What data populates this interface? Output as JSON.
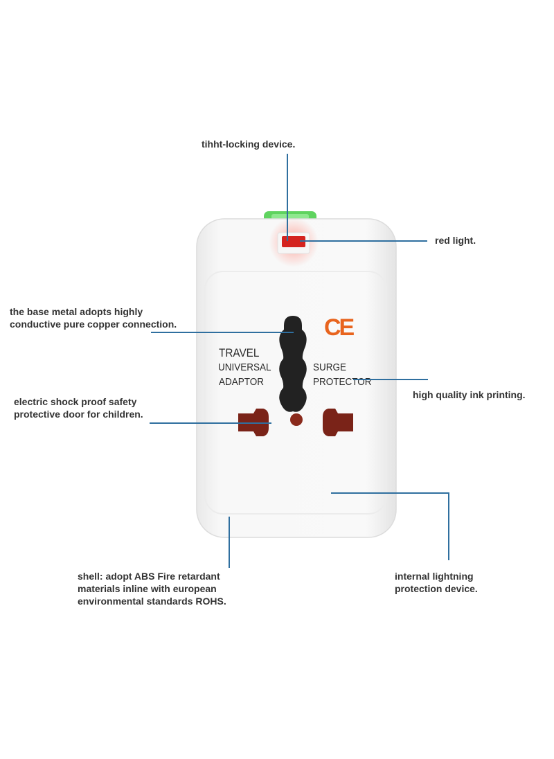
{
  "callouts": {
    "tight_locking": "tihht-locking device.",
    "red_light": "red light.",
    "base_metal": [
      "the base metal adopts highly",
      "conductive pure copper connection."
    ],
    "ink_printing": "high quality ink printing.",
    "shock_proof": [
      "electric shock proof safety",
      "protective door for children."
    ],
    "shell": [
      "shell: adopt ABS Fire retardant",
      "materials inline with european",
      "environmental standards ROHS."
    ],
    "lightning": [
      "internal lightning",
      "protection device."
    ]
  },
  "device": {
    "ce_mark": "CE",
    "left_print": [
      "TRAVEL",
      "UNIVERSAL",
      "ADAPTOR"
    ],
    "right_print": [
      "SURGE",
      "PROTECTOR"
    ]
  },
  "colors": {
    "leader_line": "#2f6f9f",
    "ce": "#e8641e",
    "red_light": "#d4231f",
    "lock_slider": "#5fd35f",
    "socket_pins": "#7a2318",
    "shell": "#f7f7f7"
  }
}
